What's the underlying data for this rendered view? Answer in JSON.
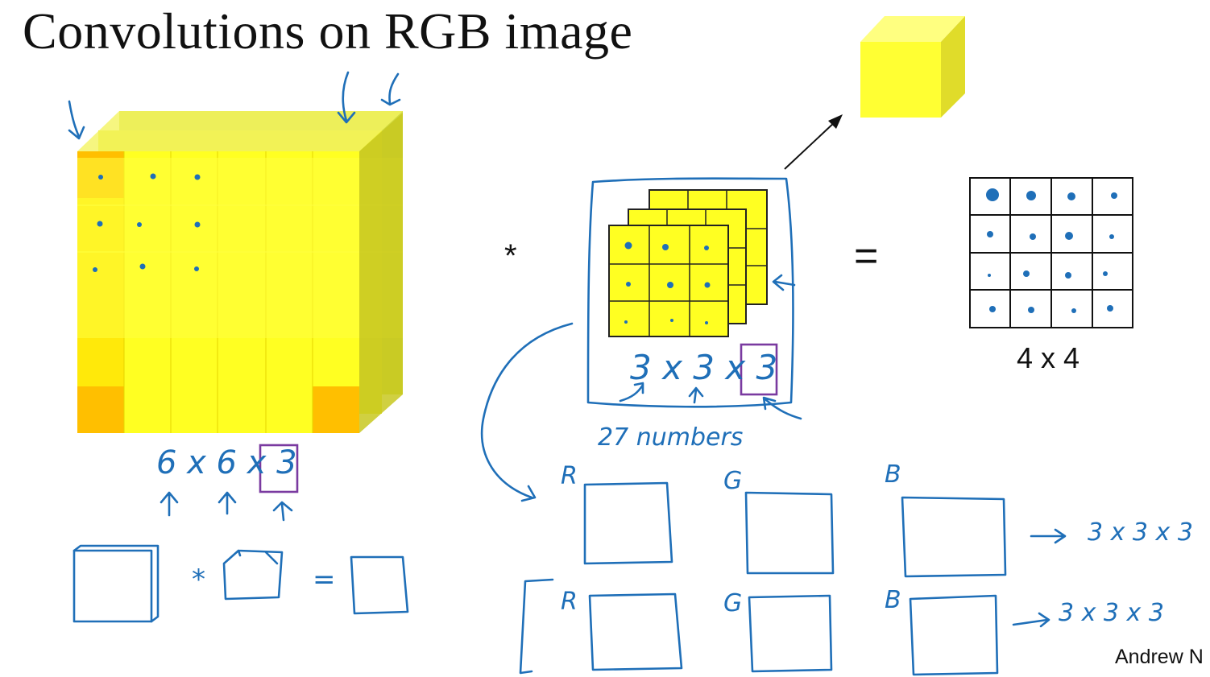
{
  "slide": {
    "title": "Convolutions on RGB image",
    "conv_operator": "*",
    "equals_operator": "=",
    "output_dims": "4 x 4",
    "author": "Andrew N"
  },
  "handwritten": {
    "input_dims": "6 x 6 x 3",
    "filter_dims": "3 x 3 x 3",
    "filter_count": "27 numbers",
    "rgb_rows": [
      {
        "channels": [
          "R",
          "G",
          "B"
        ],
        "result": "3 x 3 x 3"
      },
      {
        "channels": [
          "R",
          "G",
          "B"
        ],
        "result": "3 x 3 x 3"
      }
    ],
    "volume_equation": [
      "*",
      "="
    ]
  },
  "colors": {
    "cube_yellow": "#ffff33",
    "cube_side": "#e0dc2a",
    "cube_orange": "#ffb400",
    "ink_blue": "#1f6fb8",
    "box_purple": "#7a3aa0"
  }
}
